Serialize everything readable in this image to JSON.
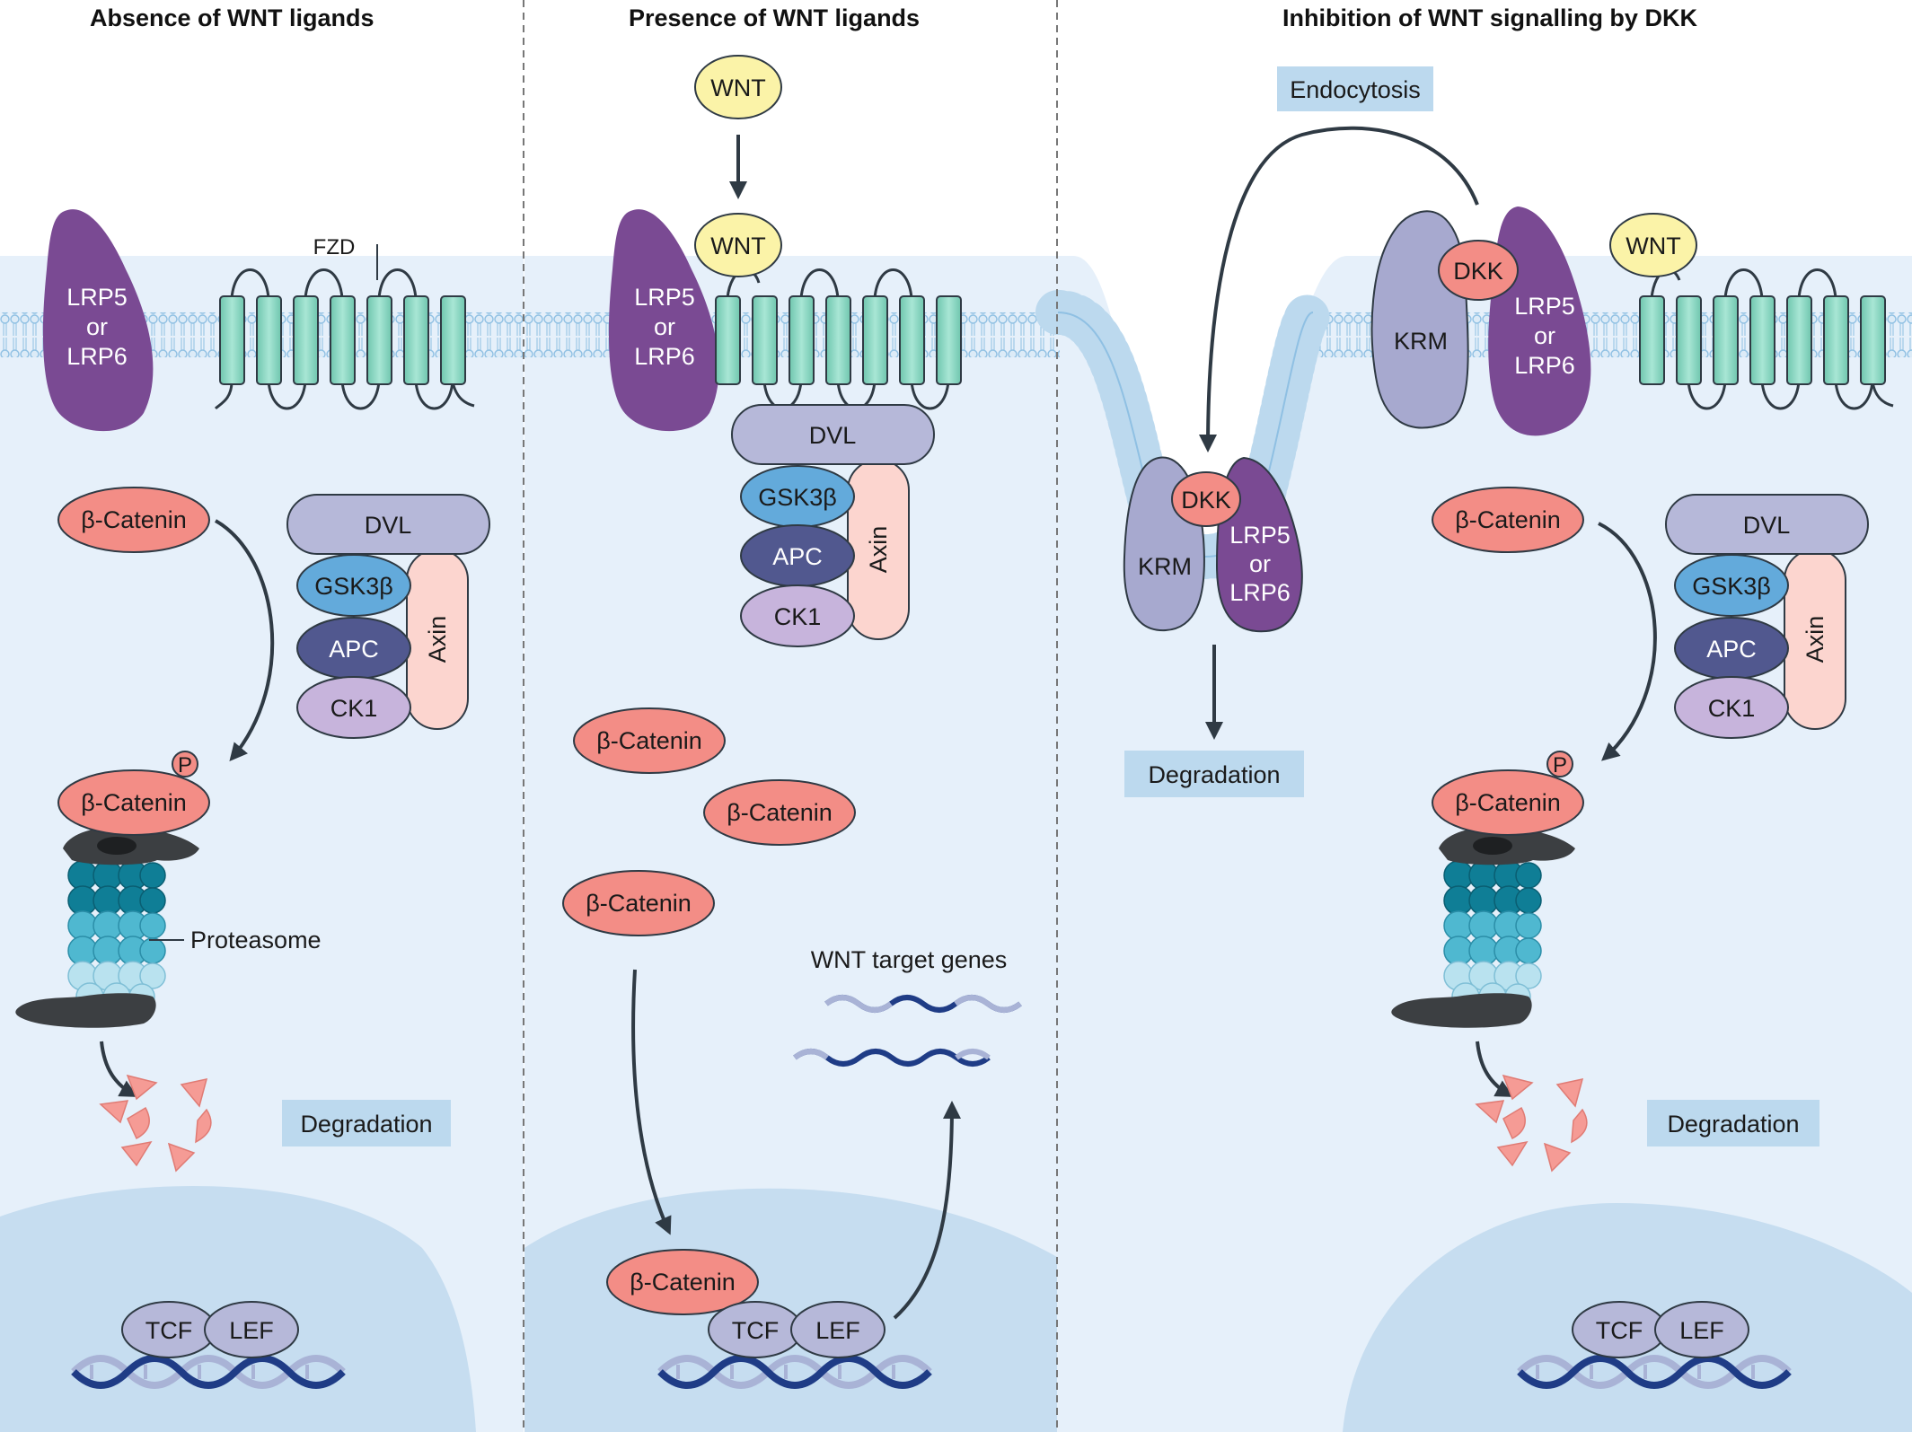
{
  "panels": {
    "absence": {
      "title": "Absence of WNT ligands"
    },
    "presence": {
      "title": "Presence of WNT ligands"
    },
    "inhibition": {
      "title": "Inhibition of WNT signalling by DKK"
    }
  },
  "labels": {
    "lrp": [
      "LRP5",
      "or",
      "LRP6"
    ],
    "fzd": "FZD",
    "wnt": "WNT",
    "dvl": "DVL",
    "gsk3b": "GSK3β",
    "apc": "APC",
    "ck1": "CK1",
    "axin": "Axin",
    "beta_catenin": "β-Catenin",
    "phospho": "P",
    "proteasome": "Proteasome",
    "degradation": "Degradation",
    "tcf": "TCF",
    "lef": "LEF",
    "wnt_target_genes": "WNT target genes",
    "endocytosis": "Endocytosis",
    "dkk": "DKK",
    "krm": "KRM"
  },
  "colors": {
    "cytoplasm": "#e6f0fa",
    "nucleus": "#c6ddf0",
    "membrane": "#bcd9ee",
    "lrp": "#7a4a93",
    "fzd": "#8fd8c4",
    "wnt": "#fbf3a8",
    "dvl": "#b6b8d9",
    "gsk3b": "#63aadb",
    "apc": "#51588f",
    "ck1": "#c7b4dc",
    "axin": "#fcd5cf",
    "beta_catenin": "#f38d86",
    "krm": "#a7a9cf",
    "label_box": "#bcd9ee"
  }
}
